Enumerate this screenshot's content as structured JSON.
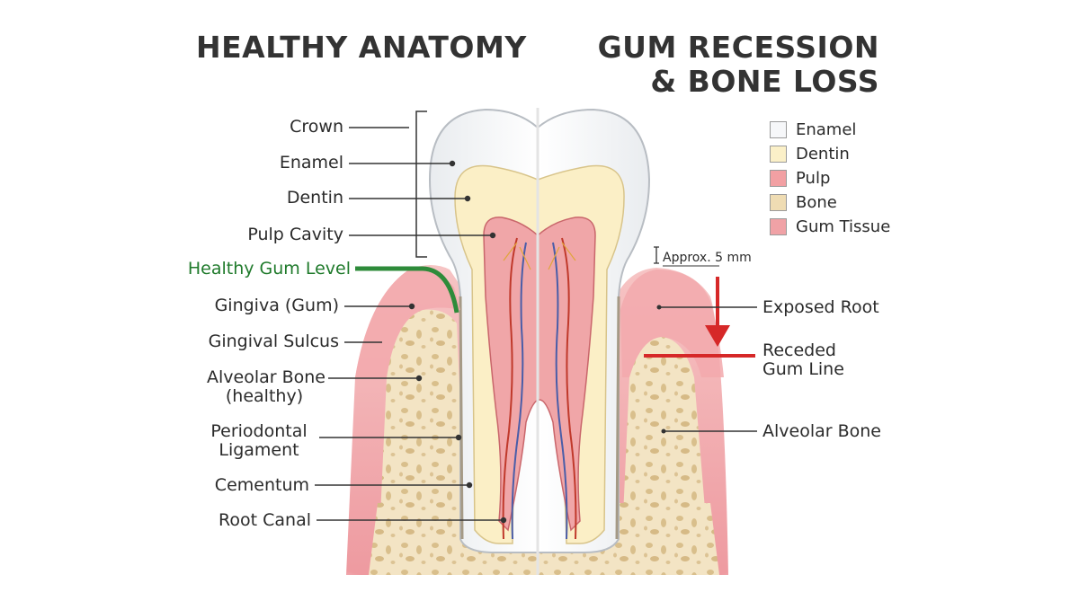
{
  "titles": {
    "left": "HEALTHY ANATOMY",
    "right_line1": "GUM RECESSION",
    "right_line2": "& BONE LOSS"
  },
  "left_labels": {
    "crown": "Crown",
    "enamel": "Enamel",
    "dentin": "Dentin",
    "pulp_cavity": "Pulp Cavity",
    "healthy_gum_level": "Healthy Gum Level",
    "gingiva": "Gingiva (Gum)",
    "gingival_sulcus": "Gingival Sulcus",
    "alveolar_bone_line1": "Alveolar Bone",
    "alveolar_bone_line2": "(healthy)",
    "periodontal_line1": "Periodontal",
    "periodontal_line2": "Ligament",
    "cementum": "Cementum",
    "root_canal": "Root Canal"
  },
  "right_labels": {
    "measurement": "Approx. 5 mm",
    "exposed_root": "Exposed Root",
    "receded_line1": "Receded",
    "receded_line2": "Gum Line",
    "alveolar_bone": "Alveolar Bone"
  },
  "legend": [
    {
      "label": "Enamel",
      "color": "#f6f7f9"
    },
    {
      "label": "Dentin",
      "color": "#fbf0c8"
    },
    {
      "label": "Pulp",
      "color": "#f2a0a3"
    },
    {
      "label": "Bone",
      "color": "#efdcb3"
    },
    {
      "label": "Gum Tissue",
      "color": "#f0a2a6"
    }
  ],
  "colors": {
    "healthy_gum_line": "#2e8b3a",
    "receded_line": "#d62828",
    "enamel": "#f6f7f9",
    "dentin": "#fbf0c8",
    "pulp": "#f0a5a7",
    "gum": "#f2a9ad",
    "bone": "#f1e2bf",
    "nerve_artery": "#c0392b",
    "nerve_vein": "#4a5da8"
  }
}
